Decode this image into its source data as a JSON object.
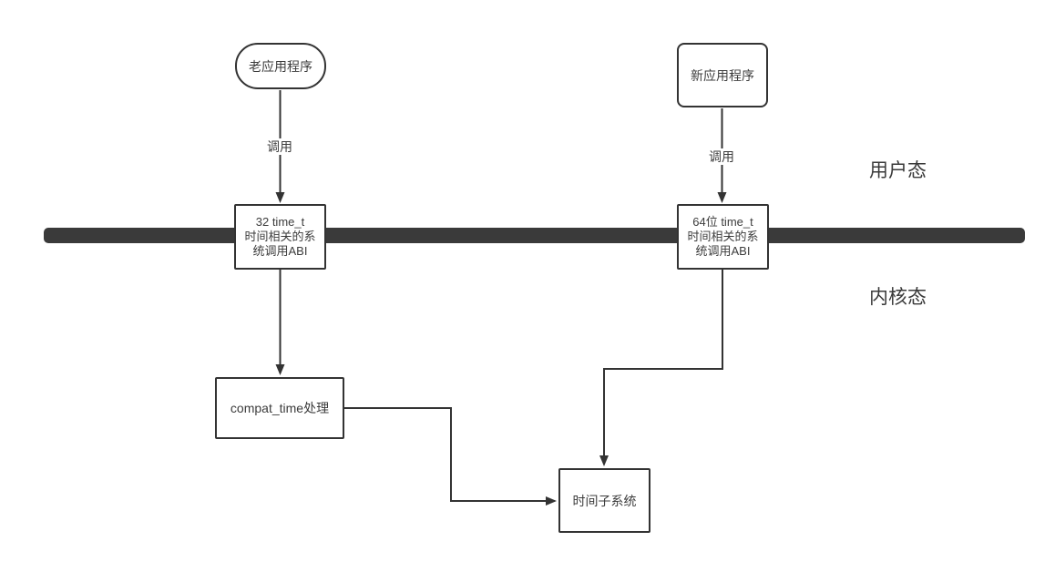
{
  "diagram": {
    "nodes": {
      "old_app": {
        "label": "老应用程序"
      },
      "new_app": {
        "label": "新应用程序"
      },
      "abi32": {
        "lines": [
          "32 time_t",
          "时间相关的系",
          "统调用ABI"
        ]
      },
      "abi64": {
        "lines": [
          "64位 time_t",
          "时间相关的系",
          "统调用ABI"
        ]
      },
      "compat": {
        "label": "compat_time处理"
      },
      "time_subsystem": {
        "label": "时间子系统"
      }
    },
    "edges": {
      "old_call_label": "调用",
      "new_call_label": "调用"
    },
    "zones": {
      "user_mode": "用户态",
      "kernel_mode": "内核态"
    },
    "colors": {
      "line": "#333333",
      "bar": "#3a3a3a",
      "text": "#3c3c3c",
      "node_fill": "#ffffff",
      "background": "#ffffff"
    }
  }
}
